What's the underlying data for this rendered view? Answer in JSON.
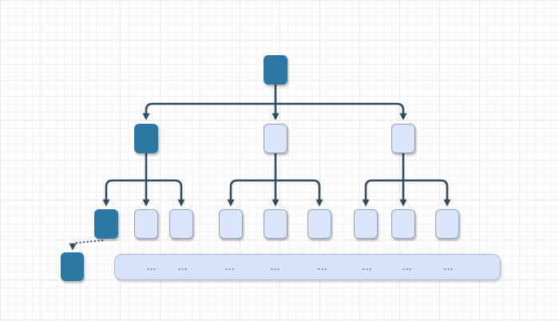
{
  "canvas": {
    "kind": "diagram-grid-canvas"
  },
  "colors": {
    "canvas": "#fdfdfe",
    "grid_minor": "#f5f3f5",
    "grid_major": "#eae7eb",
    "node_dark": "#2c77a3",
    "node_light": "#dbe6fb",
    "node_light_border": "#92a1bf",
    "edge": "#2f4b61",
    "bar_fill": "#d7e3f9",
    "bar_border": "#aab8d4",
    "ellipsis_text": "#56678a"
  },
  "nodes": {
    "root": {
      "variant": "dark"
    },
    "level2": [
      {
        "id": "branch-1",
        "variant": "dark"
      },
      {
        "id": "branch-2",
        "variant": "light"
      },
      {
        "id": "branch-3",
        "variant": "light"
      }
    ],
    "level3": [
      {
        "id": "leaf-1-1",
        "variant": "dark"
      },
      {
        "id": "leaf-1-2",
        "variant": "light"
      },
      {
        "id": "leaf-1-3",
        "variant": "light"
      },
      {
        "id": "leaf-2-1",
        "variant": "light"
      },
      {
        "id": "leaf-2-2",
        "variant": "light"
      },
      {
        "id": "leaf-2-3",
        "variant": "light"
      },
      {
        "id": "leaf-3-1",
        "variant": "light"
      },
      {
        "id": "leaf-3-2",
        "variant": "light"
      },
      {
        "id": "leaf-3-3",
        "variant": "light"
      }
    ],
    "detached": {
      "id": "detached-node",
      "variant": "dark"
    }
  },
  "bar": {
    "items": [
      "...",
      "...",
      "...",
      "...",
      "...",
      "...",
      "...",
      "..."
    ]
  }
}
